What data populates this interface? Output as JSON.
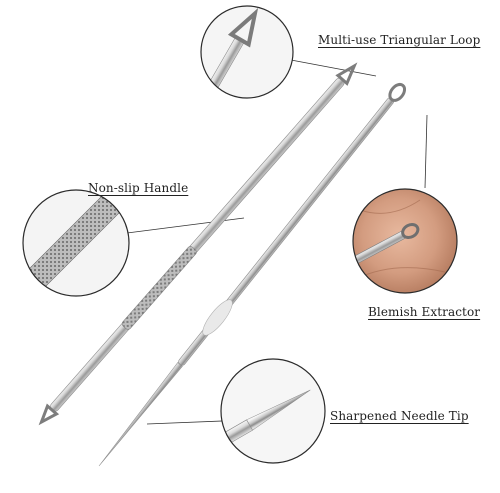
{
  "labels": {
    "triangular_loop": "Multi-use Triangular Loop",
    "non_slip_handle": "Non-slip Handle",
    "blemish_extractor": "Blemish Extractor",
    "needle_tip": "Sharpened Needle Tip"
  },
  "colors": {
    "background": "#ffffff",
    "steel_light": "#f2f2f2",
    "steel_mid": "#b5b5b5",
    "steel_dark": "#6e6e6e",
    "callout_line": "#333333",
    "skin": "#d9a48a"
  }
}
